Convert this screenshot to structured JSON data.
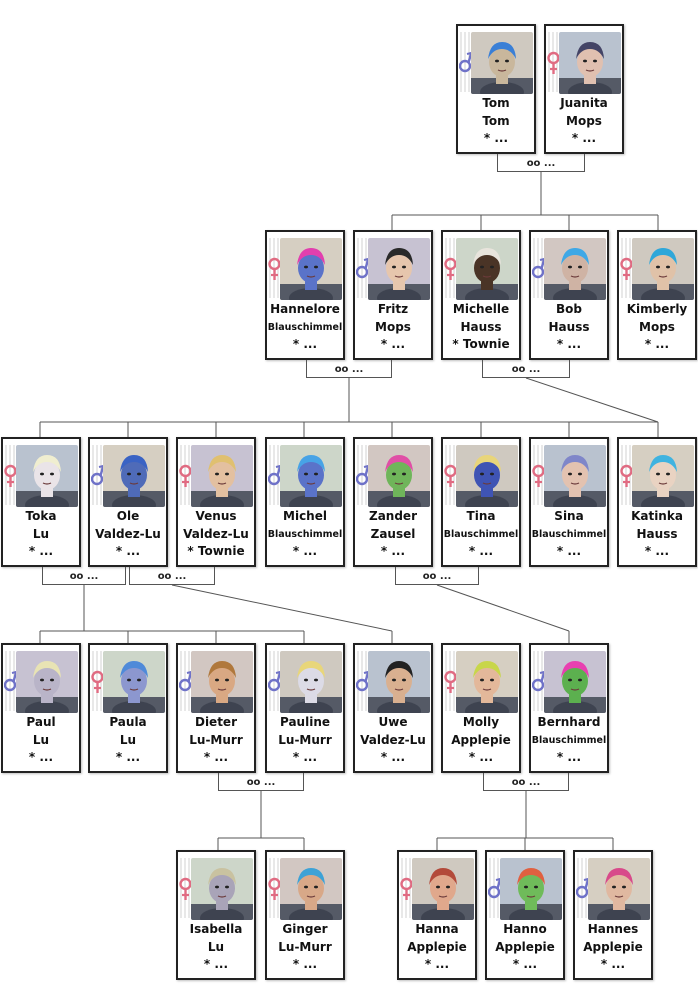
{
  "colors": {
    "male": "#6f72c8",
    "female": "#e06b82",
    "line": "#555555"
  },
  "people": [
    {
      "id": "p1",
      "gender": "male",
      "first": "Tom",
      "last": "Tom",
      "born": "* ...",
      "skin": "#c9b79c",
      "hair": "#3a7fd6"
    },
    {
      "id": "p2",
      "gender": "female",
      "first": "Juanita",
      "last": "Mops",
      "born": "* ...",
      "skin": "#e0c0b0",
      "hair": "#444466"
    },
    {
      "id": "p3",
      "gender": "female",
      "first": "Hannelore",
      "last": "Blauschimmel",
      "born": "* ...",
      "skin": "#5a73c9",
      "hair": "#e13fae"
    },
    {
      "id": "p4",
      "gender": "male",
      "first": "Fritz",
      "last": "Mops",
      "born": "* ...",
      "skin": "#e6c6ad",
      "hair": "#2a2a2a"
    },
    {
      "id": "p5",
      "gender": "female",
      "first": "Michelle",
      "last": "Hauss",
      "born": "* Townie",
      "skin": "#4a3426",
      "hair": "#e8e4dc"
    },
    {
      "id": "p6",
      "gender": "male",
      "first": "Bob",
      "last": "Hauss",
      "born": "* ...",
      "skin": "#cfb3a4",
      "hair": "#3fa8e6"
    },
    {
      "id": "p7",
      "gender": "female",
      "first": "Kimberly",
      "last": "Mops",
      "born": "* ...",
      "skin": "#e0c2a8",
      "hair": "#2fa7d9"
    },
    {
      "id": "p8",
      "gender": "female",
      "first": "Toka",
      "last": "Lu",
      "born": "* ...",
      "skin": "#eae4e8",
      "hair": "#f0eed0"
    },
    {
      "id": "p9",
      "gender": "male",
      "first": "Ole",
      "last": "Valdez-Lu",
      "born": "* ...",
      "skin": "#4f6bb8",
      "hair": "#3a63c4"
    },
    {
      "id": "p10",
      "gender": "female",
      "first": "Venus",
      "last": "Valdez-Lu",
      "born": "* Townie",
      "skin": "#e3c0a0",
      "hair": "#e0c070"
    },
    {
      "id": "p11",
      "gender": "male",
      "first": "Michel",
      "last": "Blauschimmel",
      "born": "* ...",
      "skin": "#5a73c9",
      "hair": "#47a3e6"
    },
    {
      "id": "p12",
      "gender": "male",
      "first": "Zander",
      "last": "Zausel",
      "born": "* ...",
      "skin": "#6fb55a",
      "hair": "#e04fa6"
    },
    {
      "id": "p13",
      "gender": "female",
      "first": "Tina",
      "last": "Blauschimmel",
      "born": "* ...",
      "skin": "#3f54b4",
      "hair": "#e8d57a"
    },
    {
      "id": "p14",
      "gender": "female",
      "first": "Sina",
      "last": "Blauschimmel",
      "born": "* ...",
      "skin": "#e3c2b0",
      "hair": "#7f86c9"
    },
    {
      "id": "p15",
      "gender": "female",
      "first": "Katinka",
      "last": "Hauss",
      "born": "* ...",
      "skin": "#e9d3c2",
      "hair": "#3fb3e0"
    },
    {
      "id": "p16",
      "gender": "male",
      "first": "Paul",
      "last": "Lu",
      "born": "* ...",
      "skin": "#b9b4c8",
      "hair": "#e8e3b4"
    },
    {
      "id": "p17",
      "gender": "female",
      "first": "Paula",
      "last": "Lu",
      "born": "* ...",
      "skin": "#8c97cf",
      "hair": "#4f8ad9"
    },
    {
      "id": "p18",
      "gender": "male",
      "first": "Dieter",
      "last": "Lu-Murr",
      "born": "* ...",
      "skin": "#d9a883",
      "hair": "#b0783c"
    },
    {
      "id": "p19",
      "gender": "male",
      "first": "Pauline",
      "last": "Lu-Murr",
      "born": "* ...",
      "skin": "#dcdbe6",
      "hair": "#e8d67a"
    },
    {
      "id": "p20",
      "gender": "male",
      "first": "Uwe",
      "last": "Valdez-Lu",
      "born": "* ...",
      "skin": "#d9b090",
      "hair": "#222222"
    },
    {
      "id": "p21",
      "gender": "female",
      "first": "Molly",
      "last": "Applepie",
      "born": "* ...",
      "skin": "#e3b89a",
      "hair": "#c8d64a"
    },
    {
      "id": "p22",
      "gender": "male",
      "first": "Bernhard",
      "last": "Blauschimmel",
      "born": "* ...",
      "skin": "#5cb04f",
      "hair": "#e83fb0"
    },
    {
      "id": "p23",
      "gender": "female",
      "first": "Isabella",
      "last": "Lu",
      "born": "* ...",
      "skin": "#a9a4b8",
      "hair": "#c9c2a0"
    },
    {
      "id": "p24",
      "gender": "female",
      "first": "Ginger",
      "last": "Lu-Murr",
      "born": "* ...",
      "skin": "#d8a888",
      "hair": "#3da2d6"
    },
    {
      "id": "p25",
      "gender": "female",
      "first": "Hanna",
      "last": "Applepie",
      "born": "* ...",
      "skin": "#e0a88c",
      "hair": "#b34a3a"
    },
    {
      "id": "p26",
      "gender": "male",
      "first": "Hanno",
      "last": "Applepie",
      "born": "* ...",
      "skin": "#6fbb5a",
      "hair": "#e06040"
    },
    {
      "id": "p27",
      "gender": "male",
      "first": "Hannes",
      "last": "Applepie",
      "born": "* ...",
      "skin": "#e0b8a0",
      "hair": "#d84a8a"
    }
  ],
  "marriages": [
    {
      "id": "m1",
      "label": "oo ..."
    },
    {
      "id": "m2",
      "label": "oo ..."
    },
    {
      "id": "m3",
      "label": "oo ..."
    },
    {
      "id": "m4",
      "label": "oo ..."
    },
    {
      "id": "m5",
      "label": "oo ..."
    },
    {
      "id": "m6",
      "label": "oo ..."
    },
    {
      "id": "m7",
      "label": "oo ..."
    },
    {
      "id": "m8",
      "label": "oo ..."
    }
  ]
}
